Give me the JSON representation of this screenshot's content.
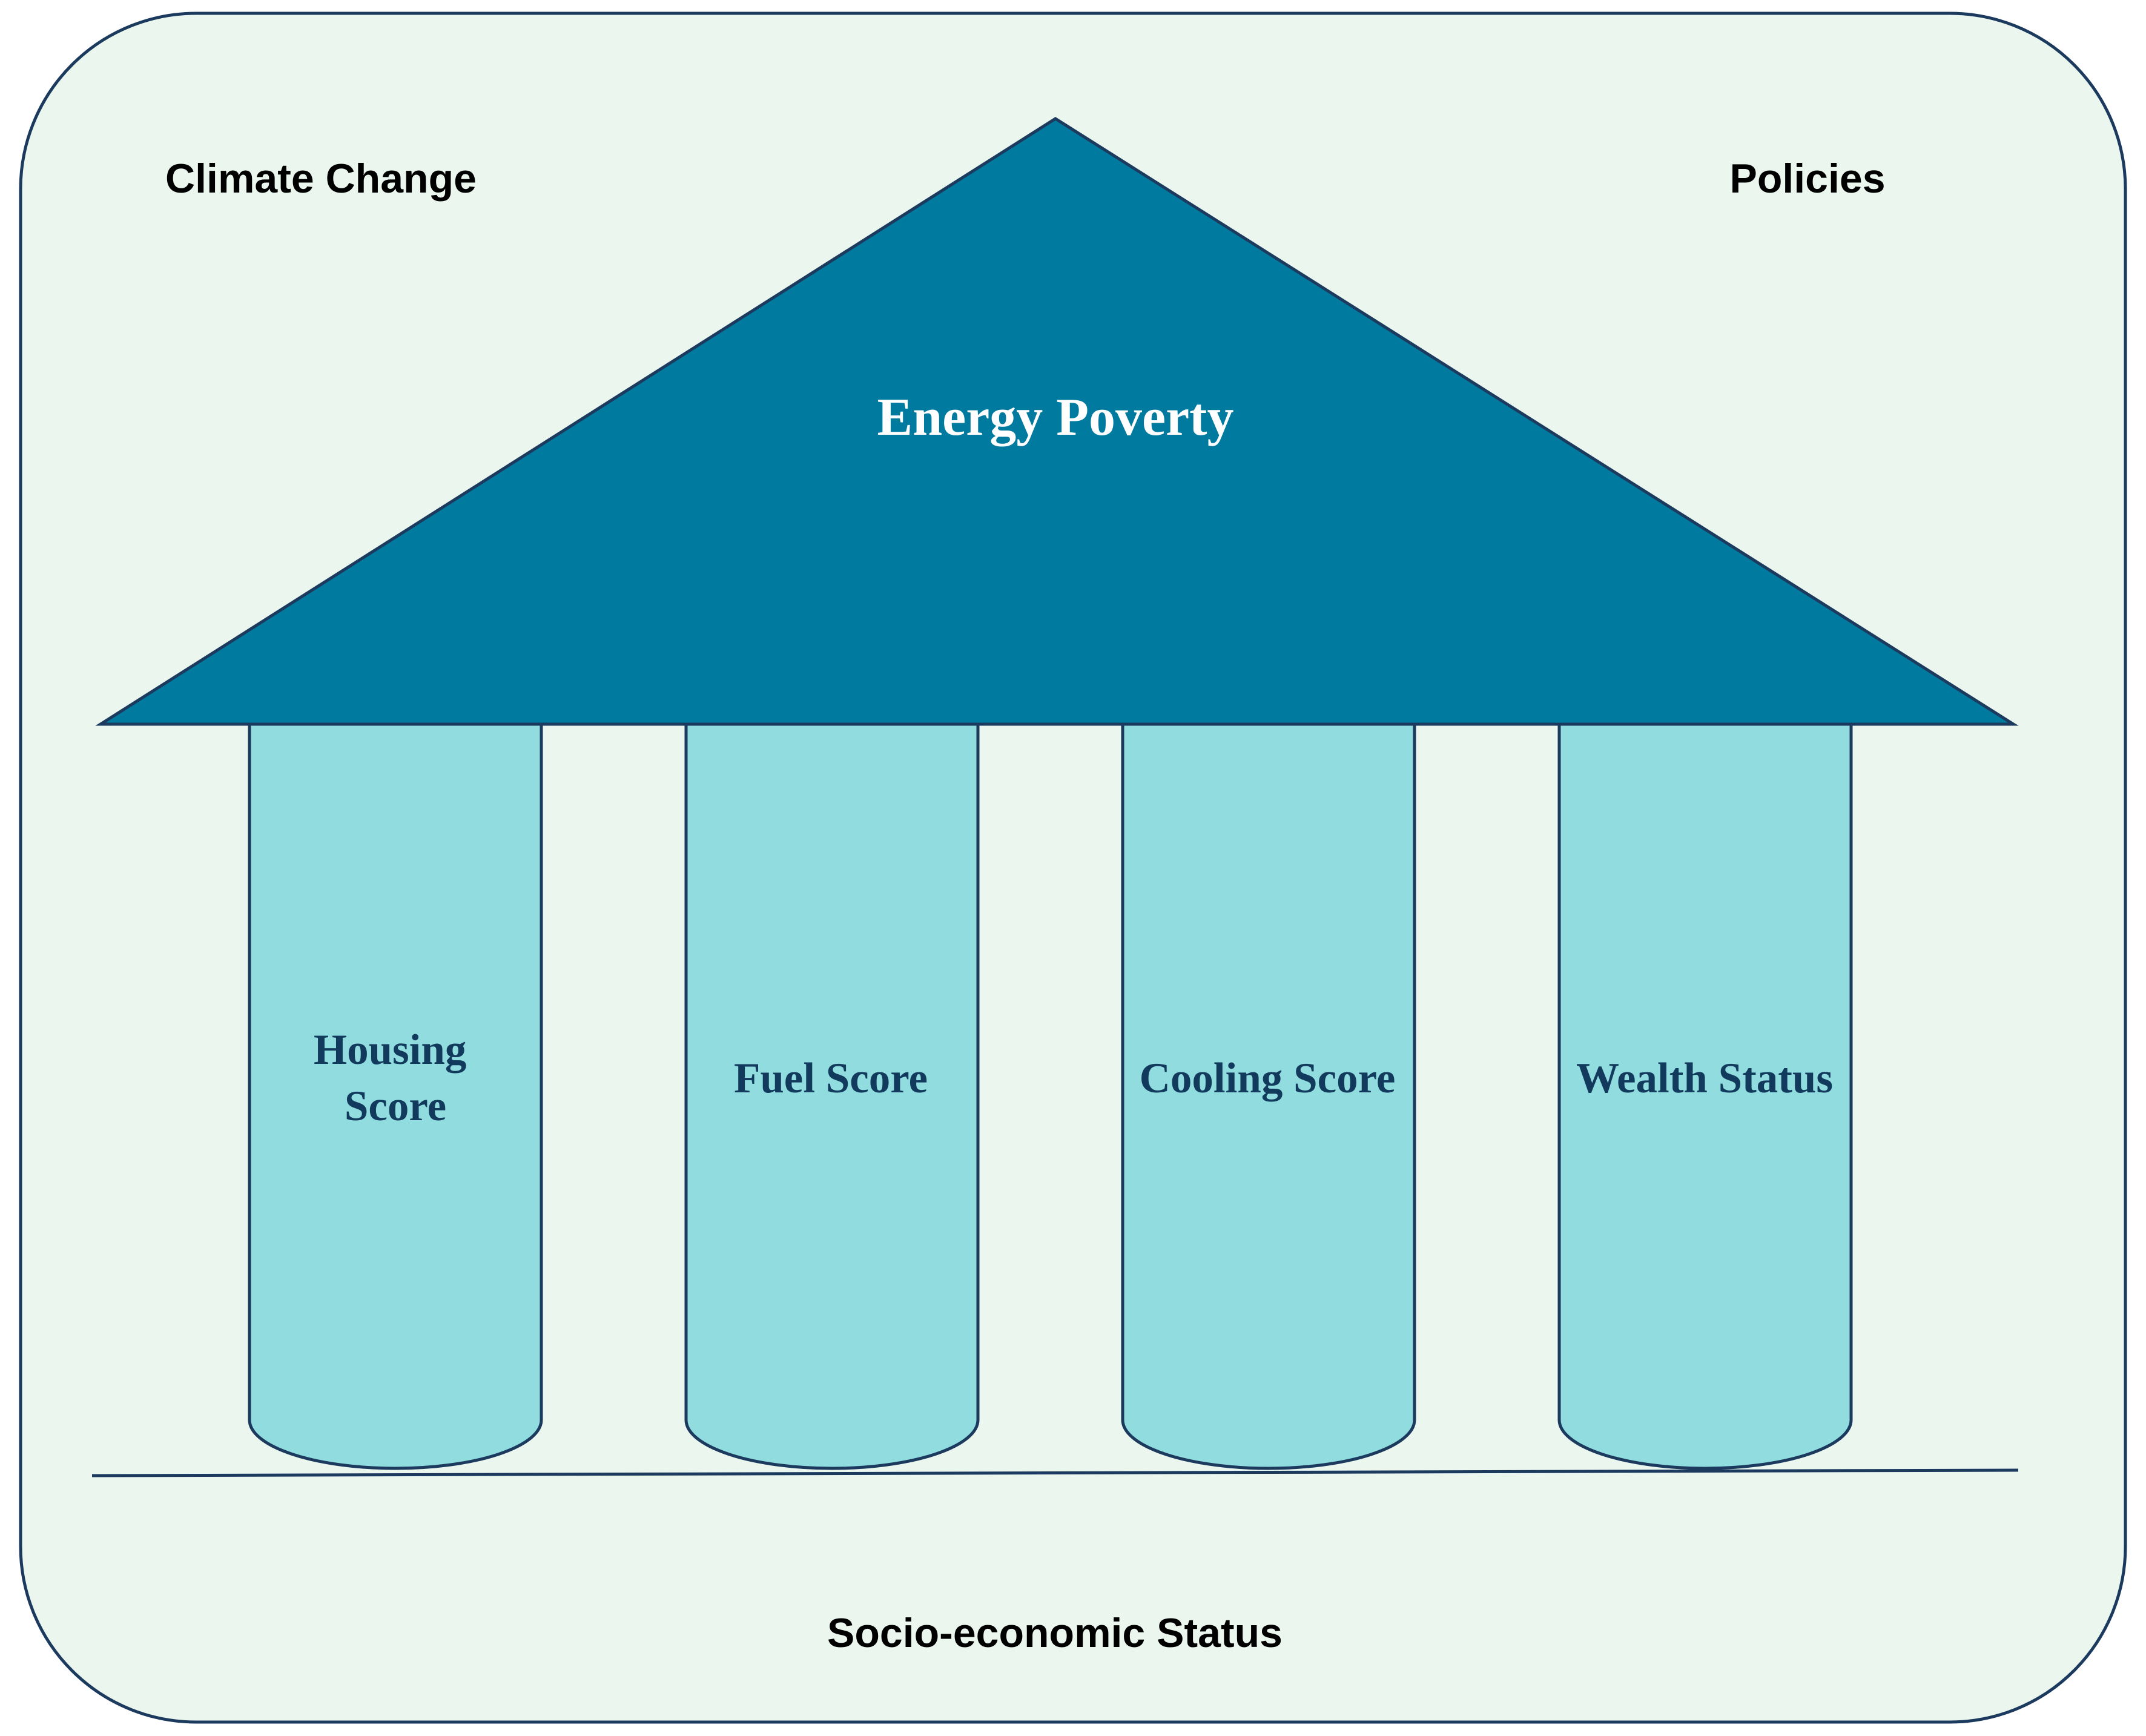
{
  "context": {
    "top_left_label": "Climate Change",
    "top_right_label": "Policies",
    "bottom_label": "Socio-economic Status"
  },
  "roof": {
    "label": "Energy Poverty"
  },
  "pillars": [
    {
      "lines": [
        "Housing",
        "Score"
      ]
    },
    {
      "lines": [
        "Fuel Score"
      ]
    },
    {
      "lines": [
        "Cooling Score"
      ]
    },
    {
      "lines": [
        "Wealth Status"
      ]
    }
  ],
  "colors": {
    "background_panel": "#ebf7ee",
    "outline": "#1b3a5e",
    "roof_fill": "#007a9e",
    "pillar_fill": "#90dcde",
    "pillar_text": "#123a5c",
    "roof_text": "#ffffff",
    "corner_text": "#000000"
  }
}
